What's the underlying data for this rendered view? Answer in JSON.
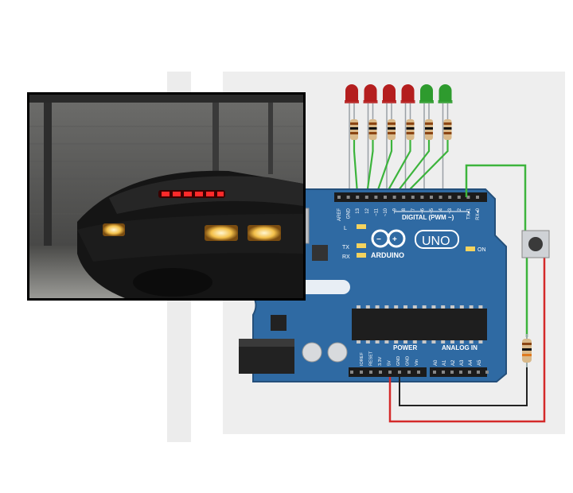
{
  "board": {
    "brand": "ARDUINO",
    "model": "UNO",
    "digital_header": "DIGITAL (PWM ~)",
    "power_header": "POWER",
    "analog_header": "ANALOG IN",
    "on_label": "ON",
    "l_label": "L",
    "tx_label": "TX",
    "rx_label": "RX",
    "digital_pins": [
      "AREF",
      "GND",
      "13",
      "12",
      "~11",
      "~10",
      "~9",
      "8",
      "7",
      "~6",
      "~5",
      "4",
      "~3",
      "2",
      "TX▸1",
      "RX◂0"
    ],
    "power_pins": [
      "IOREF",
      "RESET",
      "3.3V",
      "5V",
      "GND",
      "GND",
      "Vin"
    ],
    "analog_pins": [
      "A0",
      "A1",
      "A2",
      "A3",
      "A4",
      "A5"
    ],
    "board_color": "#2f6aa3"
  },
  "leds": [
    {
      "color": "#b41e1e"
    },
    {
      "color": "#b41e1e"
    },
    {
      "color": "#b41e1e"
    },
    {
      "color": "#b41e1e"
    },
    {
      "color": "#2e9b2e"
    },
    {
      "color": "#2e9b2e"
    }
  ],
  "wires": {
    "signal": "#3cb43c",
    "power": "#d42a2a",
    "ground": "#222222"
  },
  "photo": {
    "subject": "black car front with red LED scanner bar",
    "scanner_color": "#ff2a2a"
  }
}
